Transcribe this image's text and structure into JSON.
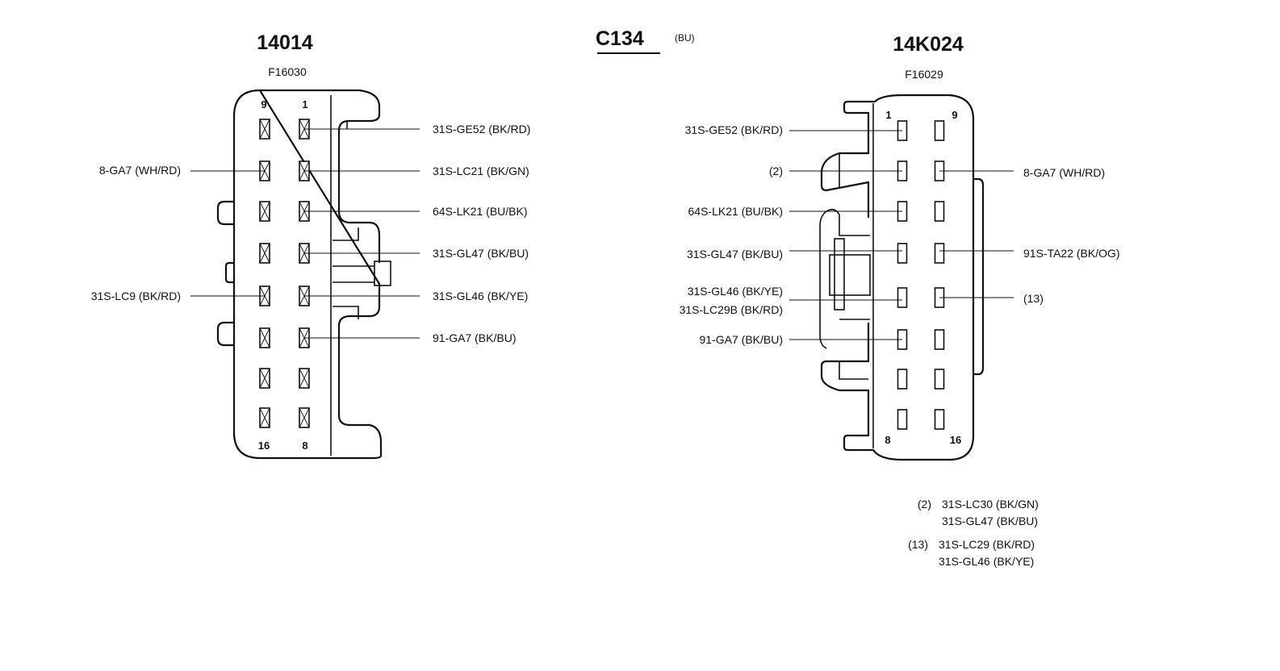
{
  "connector": {
    "id": "C134",
    "color": "(BU)"
  },
  "left": {
    "title": "14014",
    "part": "F16030",
    "pin_labels": {
      "top_left": "9",
      "top_right": "1",
      "bottom_left": "16",
      "bottom_right": "8"
    },
    "wires_right": [
      "31S-GE52 (BK/RD)",
      "31S-LC21 (BK/GN)",
      "64S-LK21 (BU/BK)",
      "31S-GL47 (BK/BU)",
      "31S-GL46 (BK/YE)",
      "91-GA7 (BK/BU)"
    ],
    "wires_left": [
      "8-GA7 (WH/RD)",
      "31S-LC9 (BK/RD)"
    ]
  },
  "right": {
    "title": "14K024",
    "part": "F16029",
    "pin_labels": {
      "top_left": "1",
      "top_right": "9",
      "bottom_left": "8",
      "bottom_right": "16"
    },
    "wires_left": [
      "31S-GE52 (BK/RD)",
      "(2)",
      "64S-LK21 (BU/BK)",
      "31S-GL47 (BK/BU)",
      "31S-GL46 (BK/YE)",
      "31S-LC29B (BK/RD)",
      "91-GA7 (BK/BU)"
    ],
    "wires_right": [
      "8-GA7 (WH/RD)",
      "91S-TA22 (BK/OG)",
      "(13)"
    ]
  },
  "notes": [
    {
      "ref": "(2)",
      "lines": [
        "31S-LC30 (BK/GN)",
        "31S-GL47 (BK/BU)"
      ]
    },
    {
      "ref": "(13)",
      "lines": [
        "31S-LC29 (BK/RD)",
        "31S-GL46 (BK/YE)"
      ]
    }
  ]
}
